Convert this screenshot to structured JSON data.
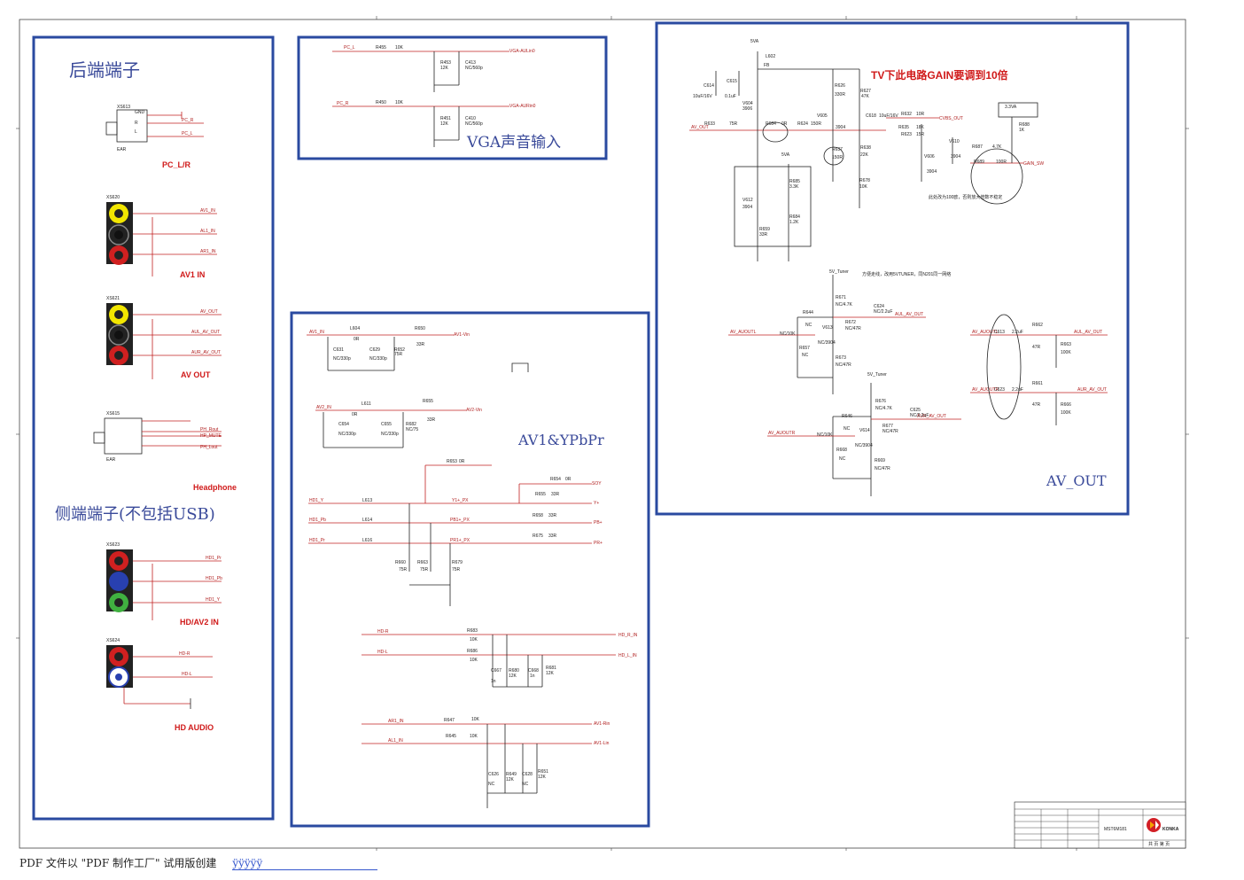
{
  "panels": {
    "rear": {
      "title": "后端端子",
      "labels": [
        "XS613",
        "GND",
        "R",
        "L",
        "EAR",
        "XS620",
        "XS621",
        "XS615",
        "EAR"
      ],
      "nets": [
        "PC_R",
        "PC_L",
        "AV1_IN",
        "AL1_IN",
        "AR1_IN",
        "AV_OUT",
        "AUL_AV_OUT",
        "AUR_AV_OUT",
        "PH_Rout",
        "HP_MUTE",
        "PH_Lout"
      ],
      "captions": [
        "PC_L/R",
        "AV1 IN",
        "AV OUT",
        "Headphone"
      ]
    },
    "side": {
      "title": "侧端端子(不包括USB)",
      "labels": [
        "XS623",
        "XS624"
      ],
      "nets": [
        "HD1_Pr",
        "HD1_Pb",
        "HD1_Y",
        "HD-R",
        "HD-L"
      ],
      "captions": [
        "HD/AV2 IN",
        "HD AUDIO"
      ]
    },
    "vga": {
      "title": "VGA声音输入",
      "nets": [
        "PC_L",
        "PC_R",
        "VGA-AULin0",
        "VGA-AURin0"
      ],
      "parts": [
        "R455",
        "10K",
        "R453",
        "12K",
        "C413",
        "NC/560p",
        "R450",
        "10K",
        "R451",
        "12K",
        "C410",
        "NC/560p"
      ]
    },
    "av1": {
      "title": "AV1&YPbPr",
      "nets": [
        "AV1_IN",
        "AV1-Vin",
        "AV2_IN",
        "AV2-Vin",
        "HD1_Y",
        "Y1+_PX",
        "Y+",
        "HD1_Pb",
        "PB1+_PX",
        "PB+",
        "HD1_Pr",
        "PR1+_PX",
        "PR+",
        "SOY",
        "HD-R",
        "HD_R_IN",
        "HD-L",
        "HD_L_IN",
        "AR1_IN",
        "AV1-Rin",
        "AL1_IN",
        "AV1-Lin"
      ],
      "parts": [
        "L604",
        "0R",
        "R650",
        "33R",
        "C631",
        "NC/330p",
        "C629",
        "NC/330p",
        "R652",
        "75R",
        "L611",
        "0R",
        "R655",
        "33R",
        "C654",
        "NC/330p",
        "C655",
        "NC/330p",
        "R682",
        "NC/75",
        "R653",
        "0R",
        "R654",
        "0R",
        "R655",
        "33R",
        "R658",
        "33R",
        "R675",
        "33R",
        "L613",
        "L614",
        "L616",
        "R660",
        "75R",
        "R663",
        "75R",
        "R679",
        "75R",
        "R683",
        "10K",
        "R686",
        "10K",
        "C667",
        "1n",
        "R680",
        "12K",
        "C668",
        "1n",
        "R681",
        "12K",
        "R647",
        "10K",
        "R645",
        "10K",
        "C626",
        "NC",
        "R649",
        "12K",
        "C628",
        "NC",
        "R651",
        "12K"
      ]
    },
    "avout": {
      "title": "AV_OUT",
      "note_red": "TV下此电路GAIN要调到10倍",
      "note1": "此处改为100欧，否则放大倍数不稳定",
      "note2": "方便走线，改用5VTUNER，同N201同一网络",
      "nets": [
        "5VA",
        "AV_OUT",
        "CVBS_OUT",
        "3.3VA",
        "GAIN_SW",
        "5V_Tuner",
        "AUL_AV_OUT",
        "AV_AUOUTL",
        "AV_AUOUTR",
        "AUR_AV_OUT"
      ],
      "parts": [
        "L602",
        "FB",
        "C614",
        "10uF/16V",
        "C615",
        "0.1uF",
        "V604",
        "3906",
        "R626",
        "330R",
        "R627",
        "47K",
        "V605",
        "3904",
        "R633",
        "75R",
        "R684",
        "0R",
        "R624",
        "150R",
        "C618",
        "10uF/16V",
        "R632",
        "10R",
        "R635",
        "18K",
        "R623",
        "15R",
        "V610",
        "3904",
        "R637",
        "150R",
        "R638",
        "22K",
        "V606",
        "3904",
        "R687",
        "4.7K",
        "R689",
        "100R",
        "R688",
        "1K",
        "R678",
        "10K",
        "R685",
        "3.3K",
        "V612",
        "3904",
        "R684",
        "1.2K",
        "R659",
        "33R",
        "R671",
        "NC/4.7K",
        "R644",
        "NC",
        "C624",
        "NC/2.2uF",
        "R672",
        "NC/47R",
        "V613",
        "NC/3904",
        "R657",
        "NC",
        "R673",
        "NC/47R",
        "R676",
        "NC/4.7K",
        "R646",
        "NC",
        "C625",
        "NC/2.2uF",
        "R677",
        "NC/47R",
        "V614",
        "NC/3904",
        "R668",
        "NC",
        "R669",
        "NC/47R",
        "C613",
        "2.2uF",
        "R662",
        "47R",
        "R663",
        "100K",
        "C623",
        "2.2uF",
        "R661",
        "47R",
        "R666",
        "100K",
        "NC/10K"
      ]
    }
  },
  "titleblock": {
    "model": "MST6M181",
    "brand": "KONKA",
    "extra": "共 页 第 页"
  },
  "footer": {
    "text": "PDF 文件以 \"PDF 制作工厂\" 试用版创建",
    "link": "ÿÿÿÿÿ"
  }
}
